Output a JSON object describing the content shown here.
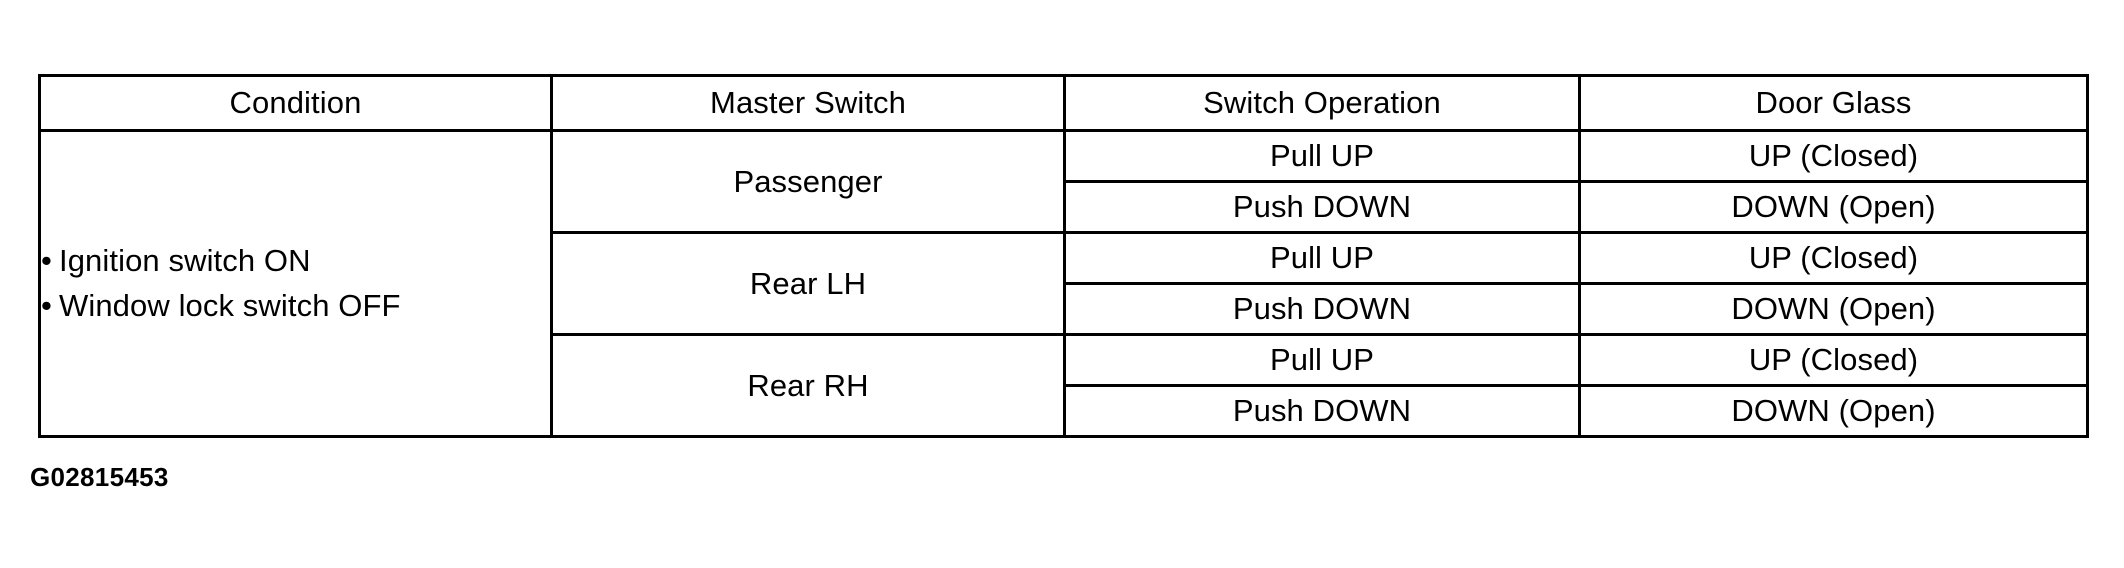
{
  "figure": {
    "caption": "G02815453"
  },
  "table": {
    "headers": [
      "Condition",
      "Master Switch",
      "Switch Operation",
      "Door Glass"
    ],
    "condition": {
      "bullet_glyph": "•",
      "lines": [
        "Ignition switch ON",
        "Window lock switch OFF"
      ]
    },
    "groups": [
      {
        "master_switch": "Passenger",
        "rows": [
          {
            "switch_operation": "Pull UP",
            "door_glass": "UP (Closed)"
          },
          {
            "switch_operation": "Push DOWN",
            "door_glass": "DOWN (Open)"
          }
        ]
      },
      {
        "master_switch": "Rear LH",
        "rows": [
          {
            "switch_operation": "Pull UP",
            "door_glass": "UP (Closed)"
          },
          {
            "switch_operation": "Push DOWN",
            "door_glass": "DOWN (Open)"
          }
        ]
      },
      {
        "master_switch": "Rear RH",
        "rows": [
          {
            "switch_operation": "Pull UP",
            "door_glass": "UP (Closed)"
          },
          {
            "switch_operation": "Push DOWN",
            "door_glass": "DOWN (Open)"
          }
        ]
      }
    ]
  },
  "colors": {
    "background": "#ffffff",
    "text": "#000000",
    "border": "#000000"
  }
}
